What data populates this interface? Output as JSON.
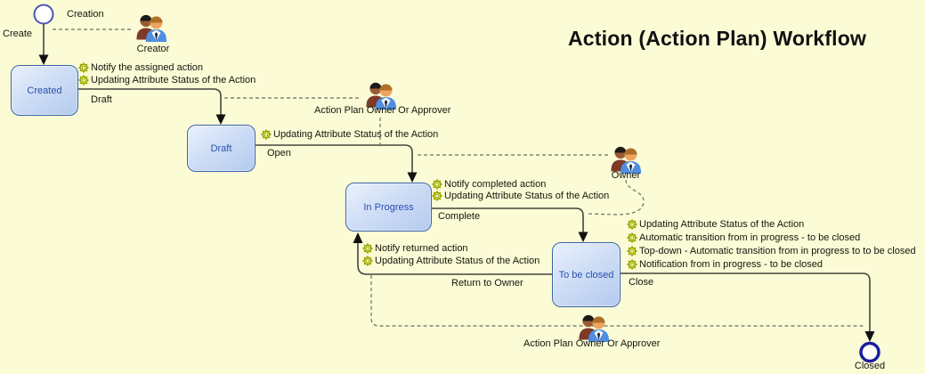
{
  "title": "Action (Action Plan) Workflow",
  "start": {
    "label": "Creation",
    "transition_label": "Create"
  },
  "end": {
    "label": "Closed"
  },
  "states": {
    "created": "Created",
    "draft": "Draft",
    "in_progress": "In Progress",
    "to_be_closed": "To be closed"
  },
  "actors": {
    "creator": "Creator",
    "owner_or_approver_top": "Action Plan Owner Or Approver",
    "owner": "Owner",
    "owner_or_approver_bottom": "Action Plan Owner Or Approver"
  },
  "transitions": {
    "draft": {
      "label": "Draft",
      "functions": [
        "Notify the assigned action",
        "Updating Attribute Status of the Action"
      ]
    },
    "open": {
      "label": "Open",
      "functions": [
        "Updating Attribute Status of the Action"
      ]
    },
    "complete": {
      "label": "Complete",
      "functions": [
        "Notify completed action",
        "Updating Attribute Status of the Action"
      ]
    },
    "close": {
      "label": "Close",
      "functions": [
        "Updating Attribute Status of the Action",
        "Automatic transition from in progress - to be closed",
        "Top-down - Automatic transition from in progress to to be closed",
        "Notification from in progress - to be closed"
      ]
    },
    "return_to_owner": {
      "label": "Return to Owner",
      "functions": [
        "Notify returned action",
        "Updating Attribute Status of the Action"
      ]
    }
  },
  "colors": {
    "background": "#fbfbd6",
    "state_border": "#3a64a8",
    "state_fill_top": "#e9f1fc",
    "state_fill_bottom": "#b4caee",
    "state_text": "#2a50b0",
    "solid_line": "#45453c",
    "dashed_line": "#6e6e62",
    "arrow": "#111111",
    "gear_body": "#d7df33",
    "gear_edge": "#7f8c00",
    "start_node_border": "#4b55b4",
    "end_node_border": "#1c1c9e",
    "title_text": "#111111",
    "label_text": "#15150d"
  }
}
